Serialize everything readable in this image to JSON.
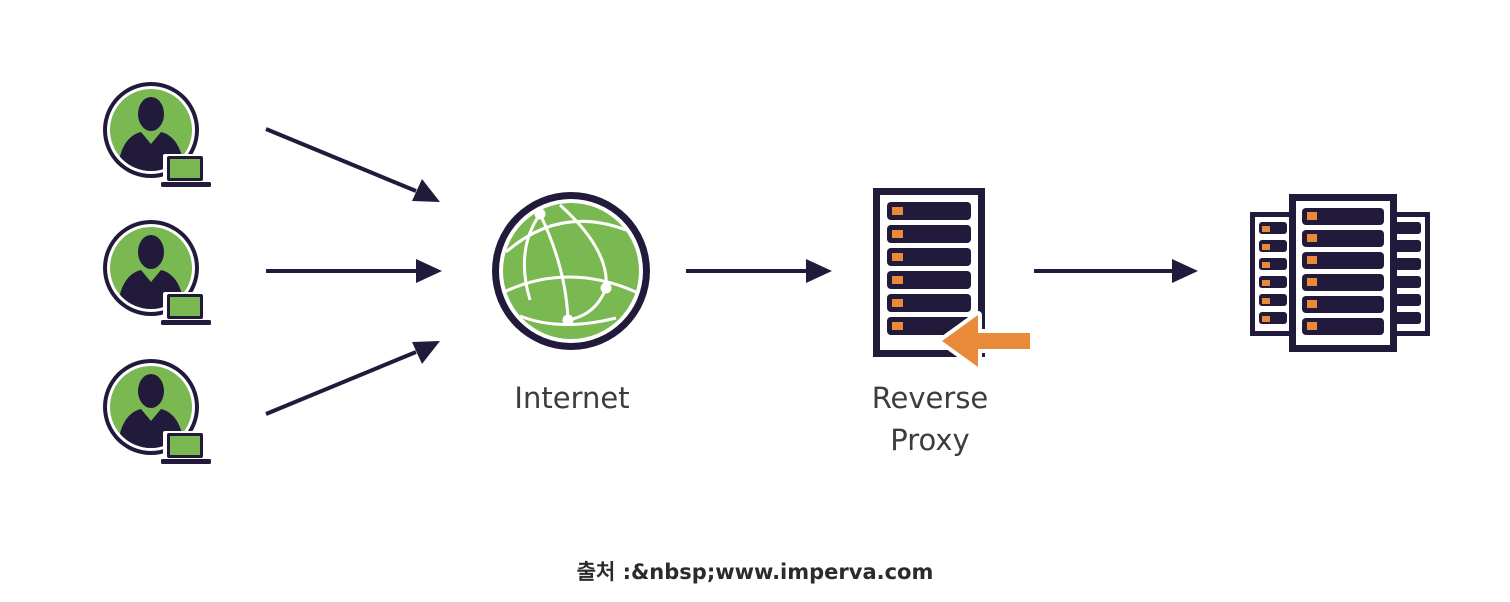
{
  "diagram": {
    "nodes": {
      "clients": {
        "count": 3,
        "label": ""
      },
      "internet": {
        "label": "Internet"
      },
      "reverse_proxy": {
        "label_lines": [
          "Reverse",
          "Proxy"
        ]
      },
      "server_farm": {
        "label": ""
      }
    },
    "edges": [
      {
        "from": "client-1",
        "to": "internet"
      },
      {
        "from": "client-2",
        "to": "internet"
      },
      {
        "from": "client-3",
        "to": "internet"
      },
      {
        "from": "internet",
        "to": "reverse-proxy"
      },
      {
        "from": "reverse-proxy",
        "to": "server-farm"
      }
    ],
    "caption": "출처 :&nbsp;www.imperva.com"
  },
  "colors": {
    "navy": "#221a3b",
    "green": "#7ab851",
    "orange": "#e98a3a",
    "label_text": "#3d3d40",
    "caption_text": "#2b2b2b",
    "background": "#ffffff"
  },
  "icons": [
    "user-avatar-icon",
    "laptop-icon",
    "globe-icon",
    "server-rack-icon",
    "orange-arrow-icon",
    "server-cluster-icon"
  ]
}
